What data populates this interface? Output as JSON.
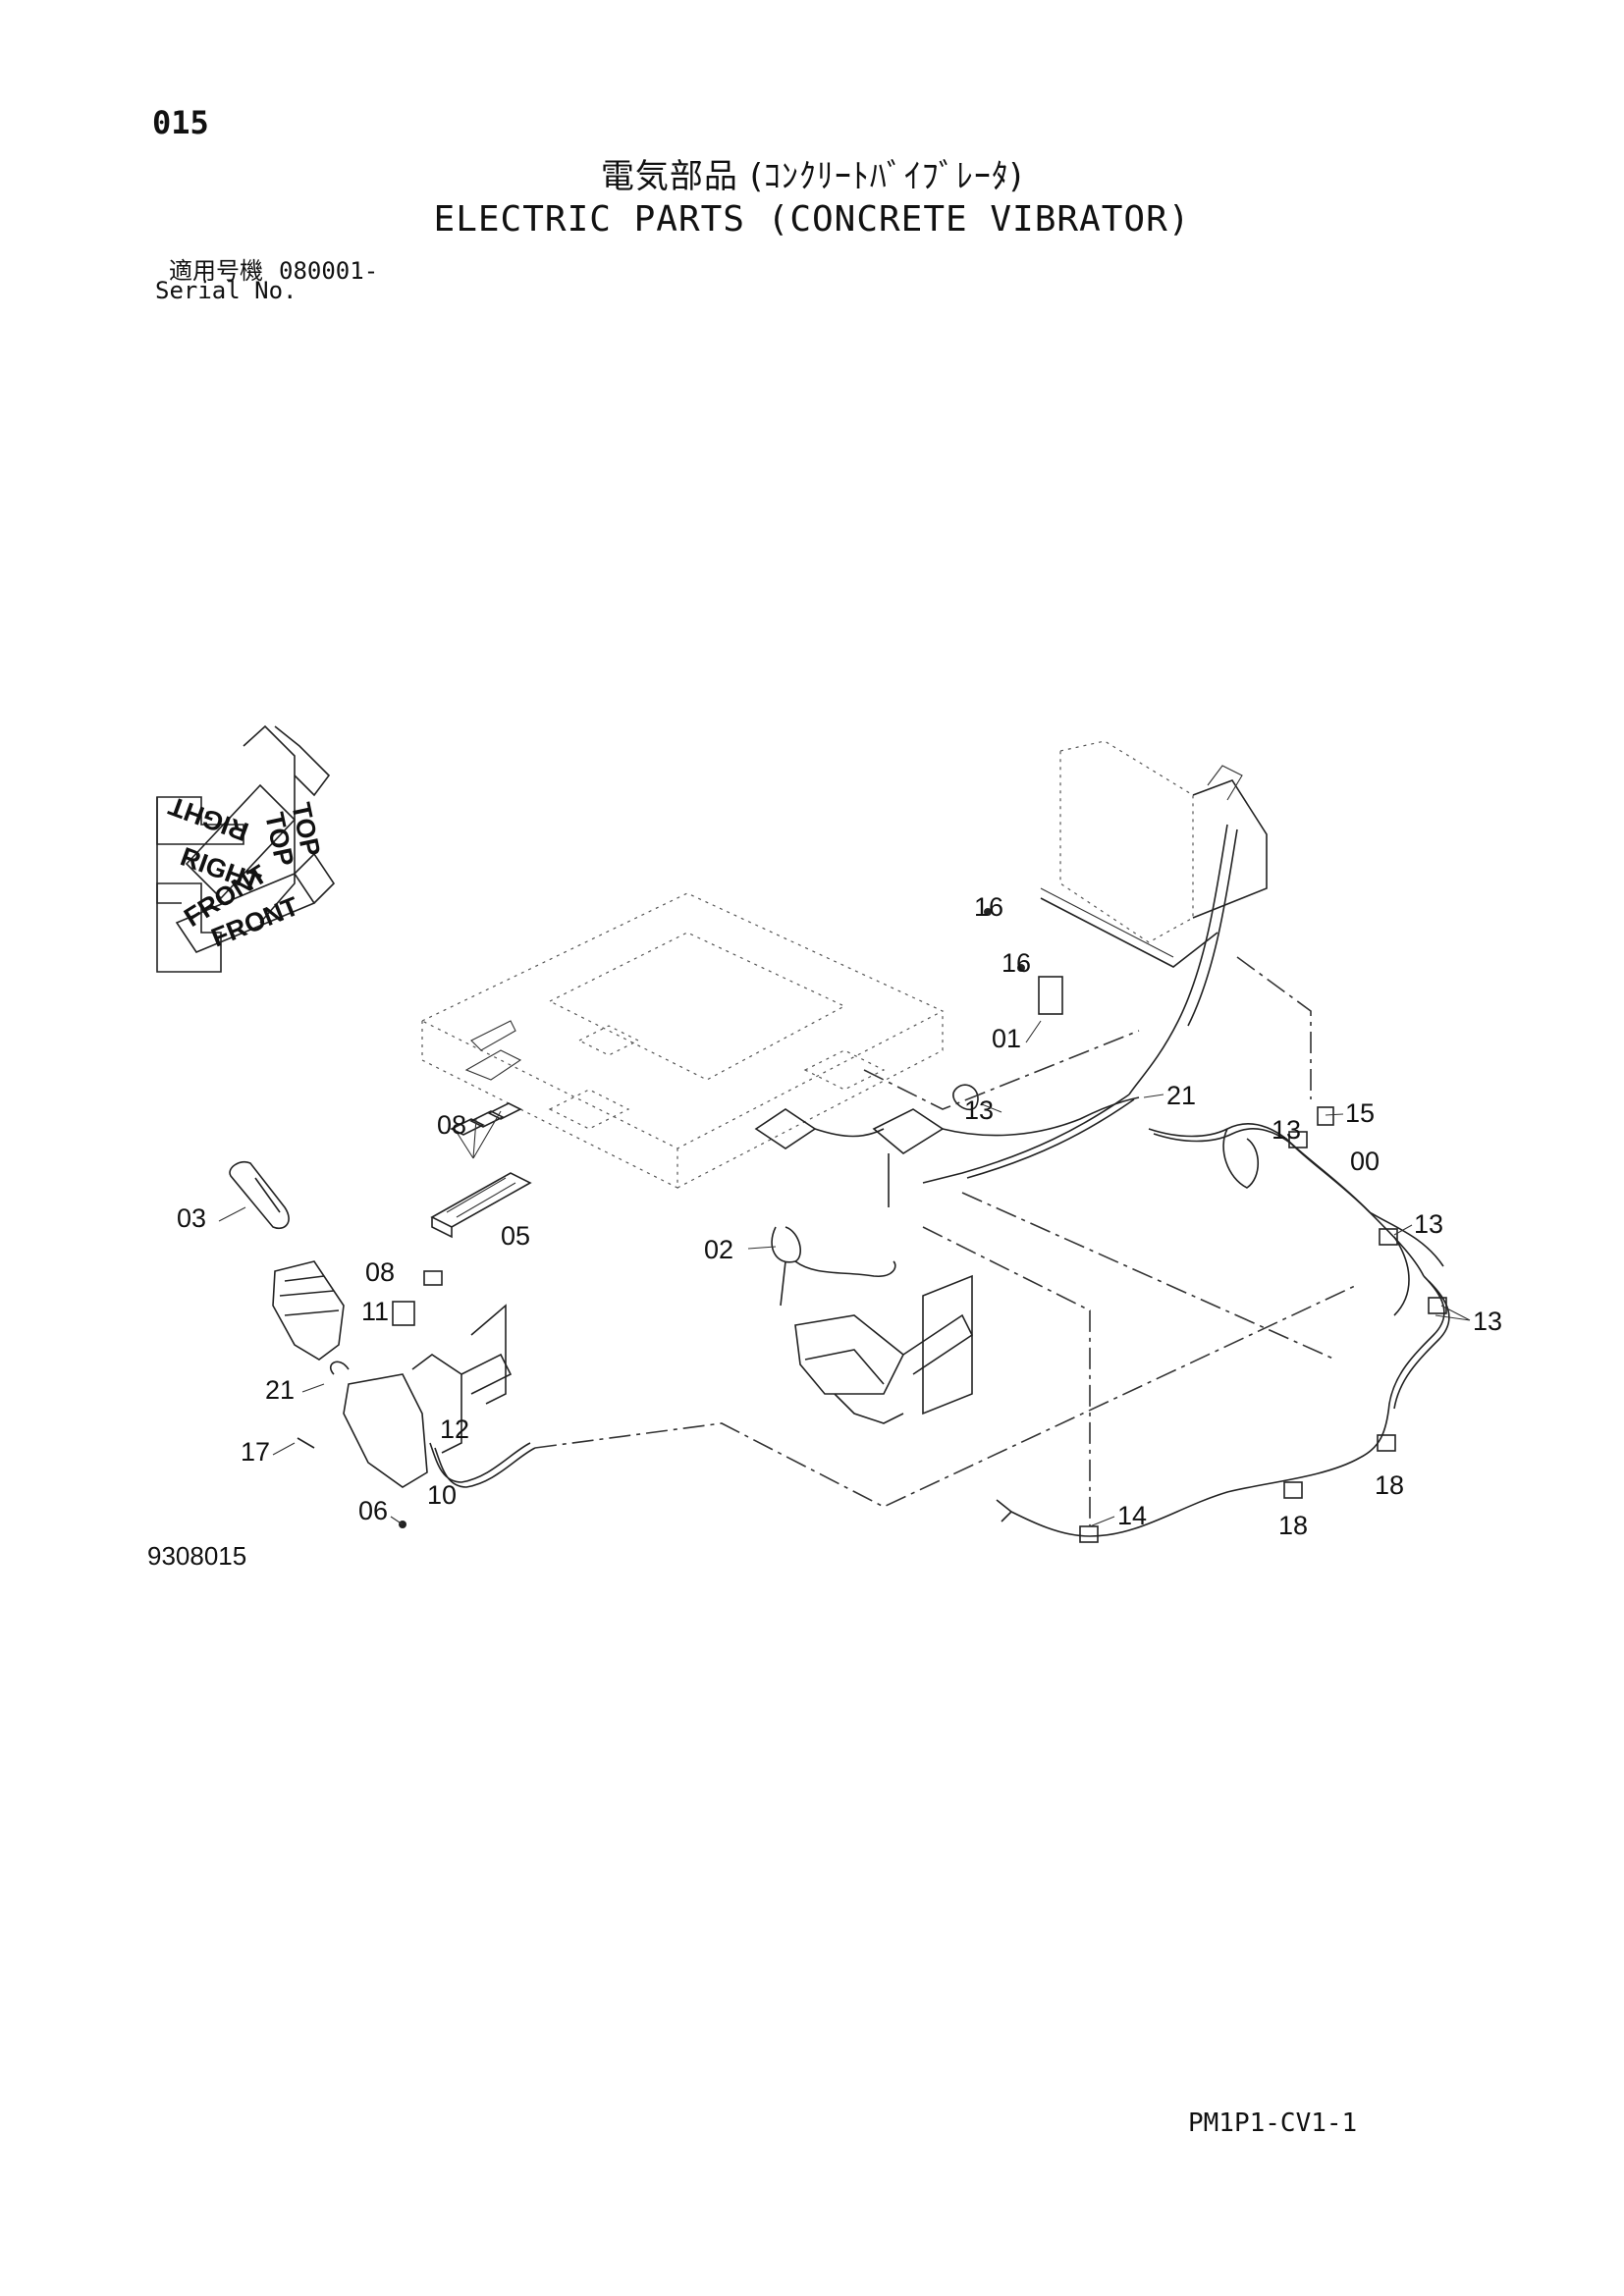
{
  "header": {
    "page_number": "015",
    "title_jp": "電気部品 (ｺﾝｸﾘｰﾄﾊﾞｲﾌﾞﾚｰﾀ)",
    "title_en": "ELECTRIC PARTS (CONCRETE VIBRATOR)",
    "serial_label_jp": "適用号機",
    "serial_value": "080001-",
    "serial_label_en": "Serial No."
  },
  "orientation": {
    "top": "TOP",
    "right": "RIGHT",
    "front": "FRONT"
  },
  "callouts": [
    "16",
    "16",
    "01",
    "21",
    "15",
    "13",
    "13",
    "00",
    "13",
    "13",
    "08",
    "05",
    "03",
    "08",
    "02",
    "11",
    "21",
    "17",
    "12",
    "10",
    "06",
    "14",
    "18",
    "18"
  ],
  "footer": {
    "drawing_number": "9308015",
    "page_code": "PM1P1-CV1-1"
  }
}
